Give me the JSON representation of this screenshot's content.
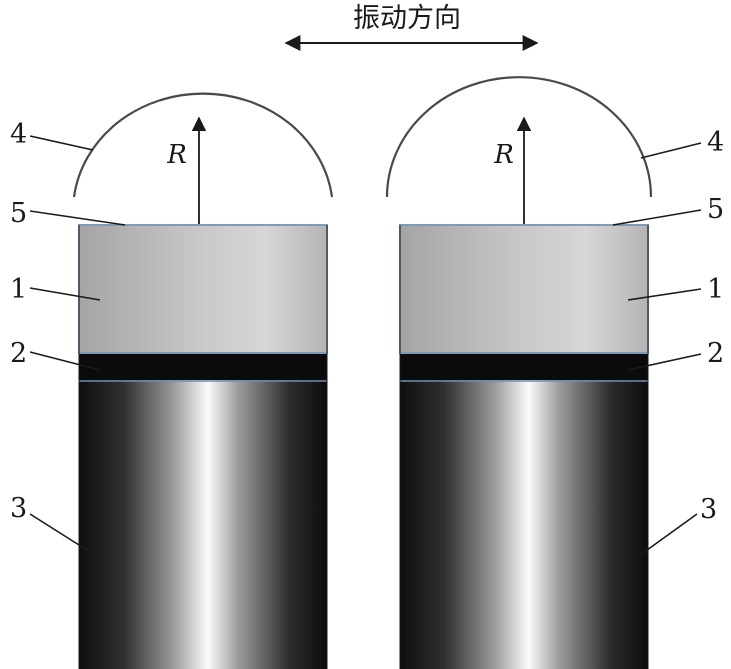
{
  "direction_label": "振动方向",
  "radius_label": "R",
  "labels": {
    "pin_top_coat": "1",
    "pin_interlayer": "2",
    "pin_base": "3",
    "contact_arc": "4",
    "pin_surface": "5"
  },
  "colors": {
    "line": "#1a1a1a",
    "arc": "#4a4a4a",
    "coating_border": "#7f9cb4",
    "interlayer": "#0b0b0b",
    "base_dark": "#141414",
    "base_light": "#f2f2f2"
  }
}
